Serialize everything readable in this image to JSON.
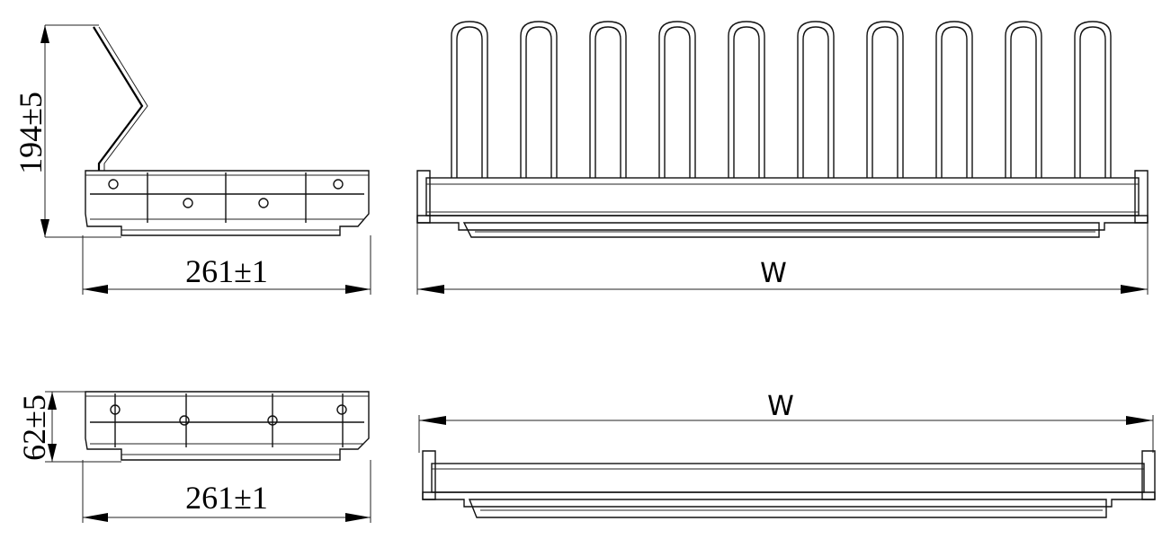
{
  "dimensions": {
    "top_side_height": "194±5",
    "top_side_depth": "261±1",
    "top_front_width": "W",
    "bottom_side_height": "62±5",
    "bottom_side_depth": "261±1",
    "bottom_front_width": "W"
  }
}
